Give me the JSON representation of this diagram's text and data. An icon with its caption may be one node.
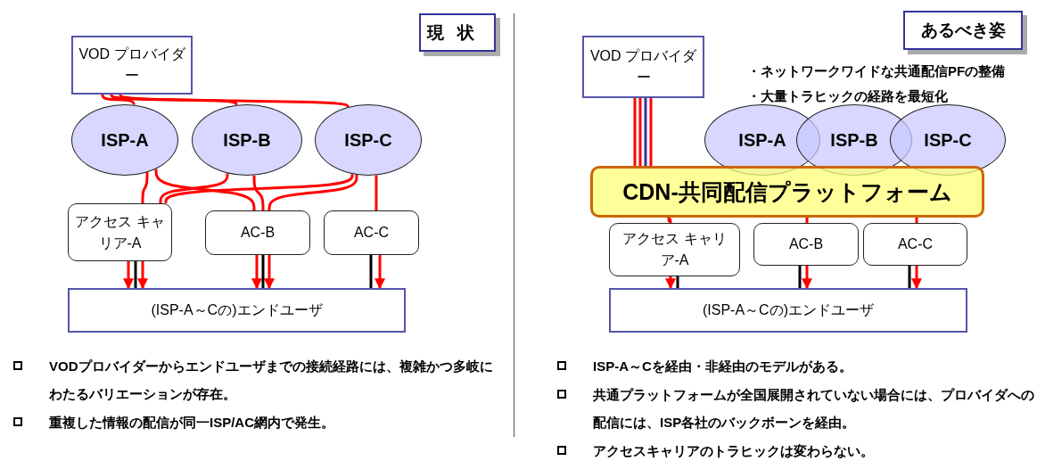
{
  "diagram": {
    "nodes": [
      {
        "text": [
          "現状"
        ]
      },
      {
        "text": [
          "VOD プロバイダー"
        ]
      },
      {
        "text": [
          "ISP-A"
        ]
      },
      {
        "text": [
          "ISP-B"
        ]
      },
      {
        "text": [
          "ISP-C"
        ]
      },
      {
        "text": [
          "アクセス キャリア-A"
        ]
      },
      {
        "text": [
          "AC-B"
        ]
      },
      {
        "text": [
          "AC-C"
        ]
      },
      {
        "text": [
          "(ISP-A～Cの)エンドユーザ"
        ]
      },
      {
        "text": [
          "あるべき姿"
        ]
      },
      {
        "text": [
          "VOD プロバイダー"
        ]
      },
      {
        "text": [
          "ISP-A"
        ]
      },
      {
        "text": [
          "ISP-B"
        ]
      },
      {
        "text": [
          "ISP-C"
        ]
      },
      {
        "text": [
          "CDN-共同配信プラットフォーム"
        ]
      },
      {
        "text": [
          "アクセス キャリア-A"
        ]
      },
      {
        "text": [
          "AC-B"
        ]
      },
      {
        "text": [
          "AC-C"
        ]
      },
      {
        "text": [
          "(ISP-A～Cの)エンドユーザ"
        ]
      }
    ],
    "edges": [
      {
        "from": 1,
        "to": 2,
        "arrow": "none"
      },
      {
        "from": 1,
        "to": 3,
        "arrow": "none"
      },
      {
        "from": 1,
        "to": 4,
        "arrow": "none"
      },
      {
        "from": 2,
        "to": 5,
        "arrow": "none"
      },
      {
        "from": 3,
        "to": 5,
        "arrow": "none"
      },
      {
        "from": 4,
        "to": 5,
        "arrow": "none"
      },
      {
        "from": 2,
        "to": 6,
        "arrow": "none"
      },
      {
        "from": 3,
        "to": 6,
        "arrow": "none"
      },
      {
        "from": 4,
        "to": 6,
        "arrow": "none"
      },
      {
        "from": 4,
        "to": 7,
        "arrow": "none"
      },
      {
        "from": 5,
        "to": 8,
        "arrow": "to"
      },
      {
        "from": 5,
        "to": 8,
        "arrow": "to"
      },
      {
        "from": 6,
        "to": 8,
        "arrow": "to"
      },
      {
        "from": 6,
        "to": 8,
        "arrow": "to"
      },
      {
        "from": 7,
        "to": 8,
        "arrow": "to"
      },
      {
        "from": 5,
        "to": 8,
        "arrow": "none",
        "color": "#000000"
      },
      {
        "from": 6,
        "to": 8,
        "arrow": "none",
        "color": "#000000"
      },
      {
        "from": 7,
        "to": 8,
        "arrow": "none",
        "color": "#000000"
      },
      {
        "from": 10,
        "to": 14,
        "arrow": "none"
      },
      {
        "from": 10,
        "to": 14,
        "arrow": "none"
      },
      {
        "from": 10,
        "to": 14,
        "arrow": "none",
        "color": "#333399"
      },
      {
        "from": 10,
        "to": 14,
        "arrow": "none"
      },
      {
        "from": 14,
        "to": 15,
        "arrow": "none"
      },
      {
        "from": 14,
        "to": 16,
        "arrow": "none"
      },
      {
        "from": 14,
        "to": 17,
        "arrow": "none"
      },
      {
        "from": 15,
        "to": 18,
        "arrow": "to"
      },
      {
        "from": 16,
        "to": 18,
        "arrow": "to"
      },
      {
        "from": 17,
        "to": 18,
        "arrow": "to"
      },
      {
        "from": 15,
        "to": 18,
        "arrow": "none",
        "color": "#000000"
      },
      {
        "from": 16,
        "to": 18,
        "arrow": "none",
        "color": "#000000"
      },
      {
        "from": 17,
        "to": 18,
        "arrow": "none",
        "color": "#000000"
      }
    ],
    "labels": [
      "・ネットワークワイドな共通配信PFの整備",
      "・大量トラヒックの経路を最短化",
      "VODプロバイダーからエンドユーザまでの接続経路には、複雑かつ多岐にわたるバリエーションが存在。",
      "重複した情報の配信が同一ISP/AC網内で発生。",
      "ISP-A～Cを経由・非経由のモデルがある。",
      "共通プラットフォームが全国展開されていない場合には、プロバイダへの配信には、ISP各社のバックボーンを経由。",
      "アクセスキャリアのトラヒックは変わらない。"
    ]
  }
}
